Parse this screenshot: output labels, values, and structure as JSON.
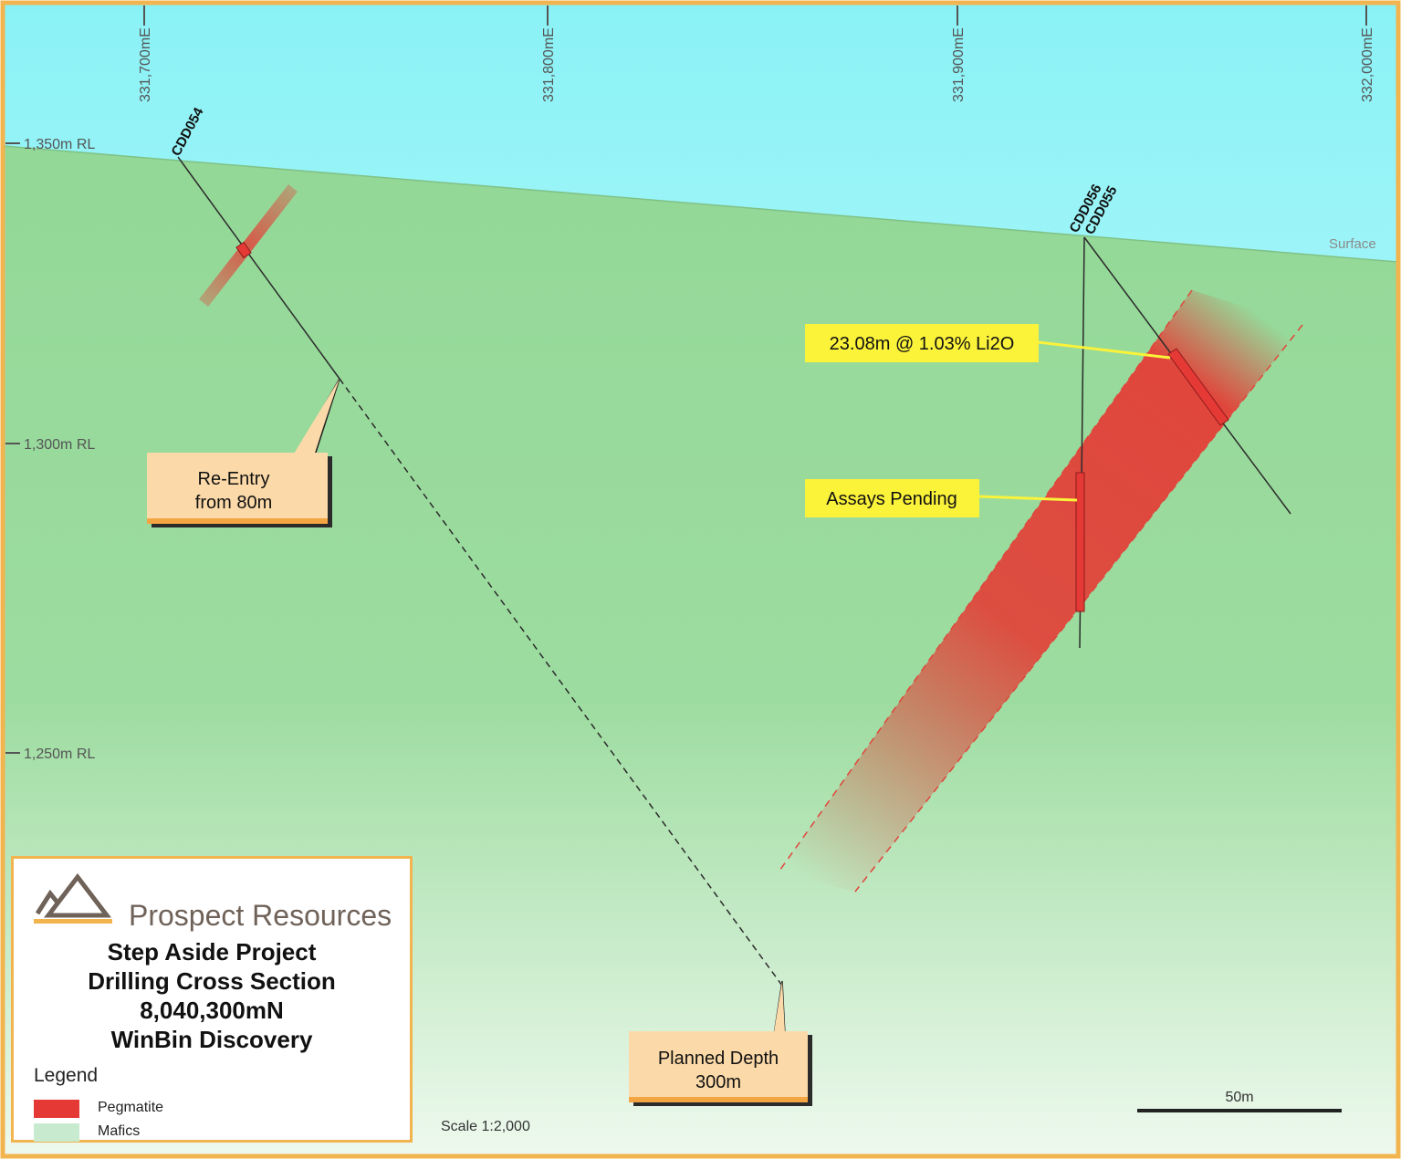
{
  "axes": {
    "easting_labels": [
      "331,700mE",
      "331,800mE",
      "331,900mE",
      "332,000mE"
    ],
    "rl_labels": [
      "1,350m RL",
      "1,300m RL",
      "1,250m RL"
    ]
  },
  "surface_label": "Surface",
  "drill_holes": [
    "CDD054",
    "CDD056",
    "CDD055"
  ],
  "callouts": {
    "reentry": [
      "Re-Entry",
      "from 80m"
    ],
    "planned": [
      "Planned Depth",
      "300m"
    ]
  },
  "intercepts": {
    "li2o": "23.08m @ 1.03% Li2O",
    "pending": "Assays Pending"
  },
  "scale": {
    "ratio": "Scale 1:2,000",
    "bar": "50m"
  },
  "info": {
    "company": "Prospect Resources",
    "title_lines": [
      "Step Aside Project",
      "Drilling Cross Section",
      "8,040,300mN",
      "WinBin Discovery"
    ],
    "legend_title": "Legend",
    "legend": [
      {
        "label": "Pegmatite",
        "color": "#e53935"
      },
      {
        "label": "Mafics",
        "color": "#c8ebd0"
      }
    ]
  },
  "colors": {
    "sky": "#8ef3f5",
    "ground": "#93d89a",
    "pegmatite": "#e0463c",
    "frame": "#f2b44f",
    "callout_fill": "#fbd9a8",
    "highlight": "#fbf23a"
  }
}
